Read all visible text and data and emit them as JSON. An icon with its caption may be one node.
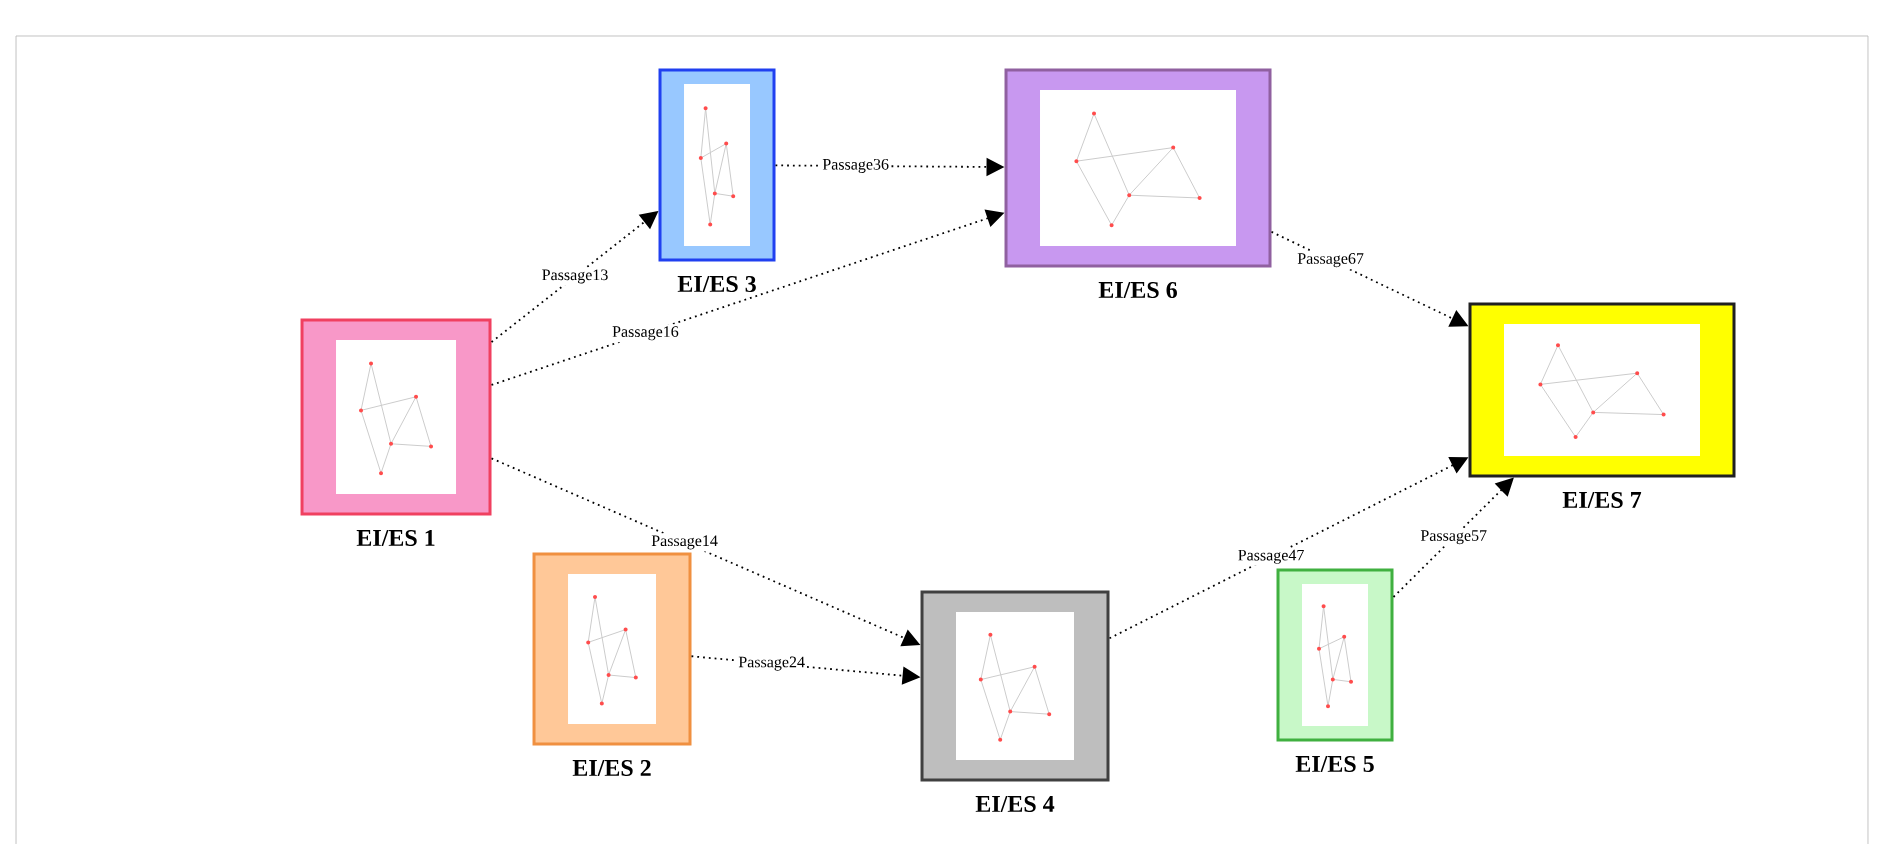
{
  "diagram": {
    "nodes": [
      {
        "text": [
          "EI/ES 1"
        ]
      },
      {
        "text": [
          "EI/ES 2"
        ]
      },
      {
        "text": [
          "EI/ES 3"
        ]
      },
      {
        "text": [
          "EI/ES 4"
        ]
      },
      {
        "text": [
          "EI/ES 5"
        ]
      },
      {
        "text": [
          "EI/ES 6"
        ]
      },
      {
        "text": [
          "EI/ES 7"
        ]
      }
    ],
    "edges": [
      {
        "from": 0,
        "to": 2,
        "arrow": "to",
        "label": "Passage13"
      },
      {
        "from": 2,
        "to": 5,
        "arrow": "to",
        "label": "Passage36"
      },
      {
        "from": 0,
        "to": 5,
        "arrow": "to",
        "label": "Passage16"
      },
      {
        "from": 0,
        "to": 3,
        "arrow": "to",
        "label": "Passage14"
      },
      {
        "from": 1,
        "to": 3,
        "arrow": "to",
        "label": "Passage24"
      },
      {
        "from": 3,
        "to": 6,
        "arrow": "to",
        "label": "Passage47"
      },
      {
        "from": 4,
        "to": 6,
        "arrow": "to",
        "label": "Passage57"
      },
      {
        "from": 5,
        "to": 6,
        "arrow": "to",
        "label": "Passage67"
      }
    ]
  }
}
